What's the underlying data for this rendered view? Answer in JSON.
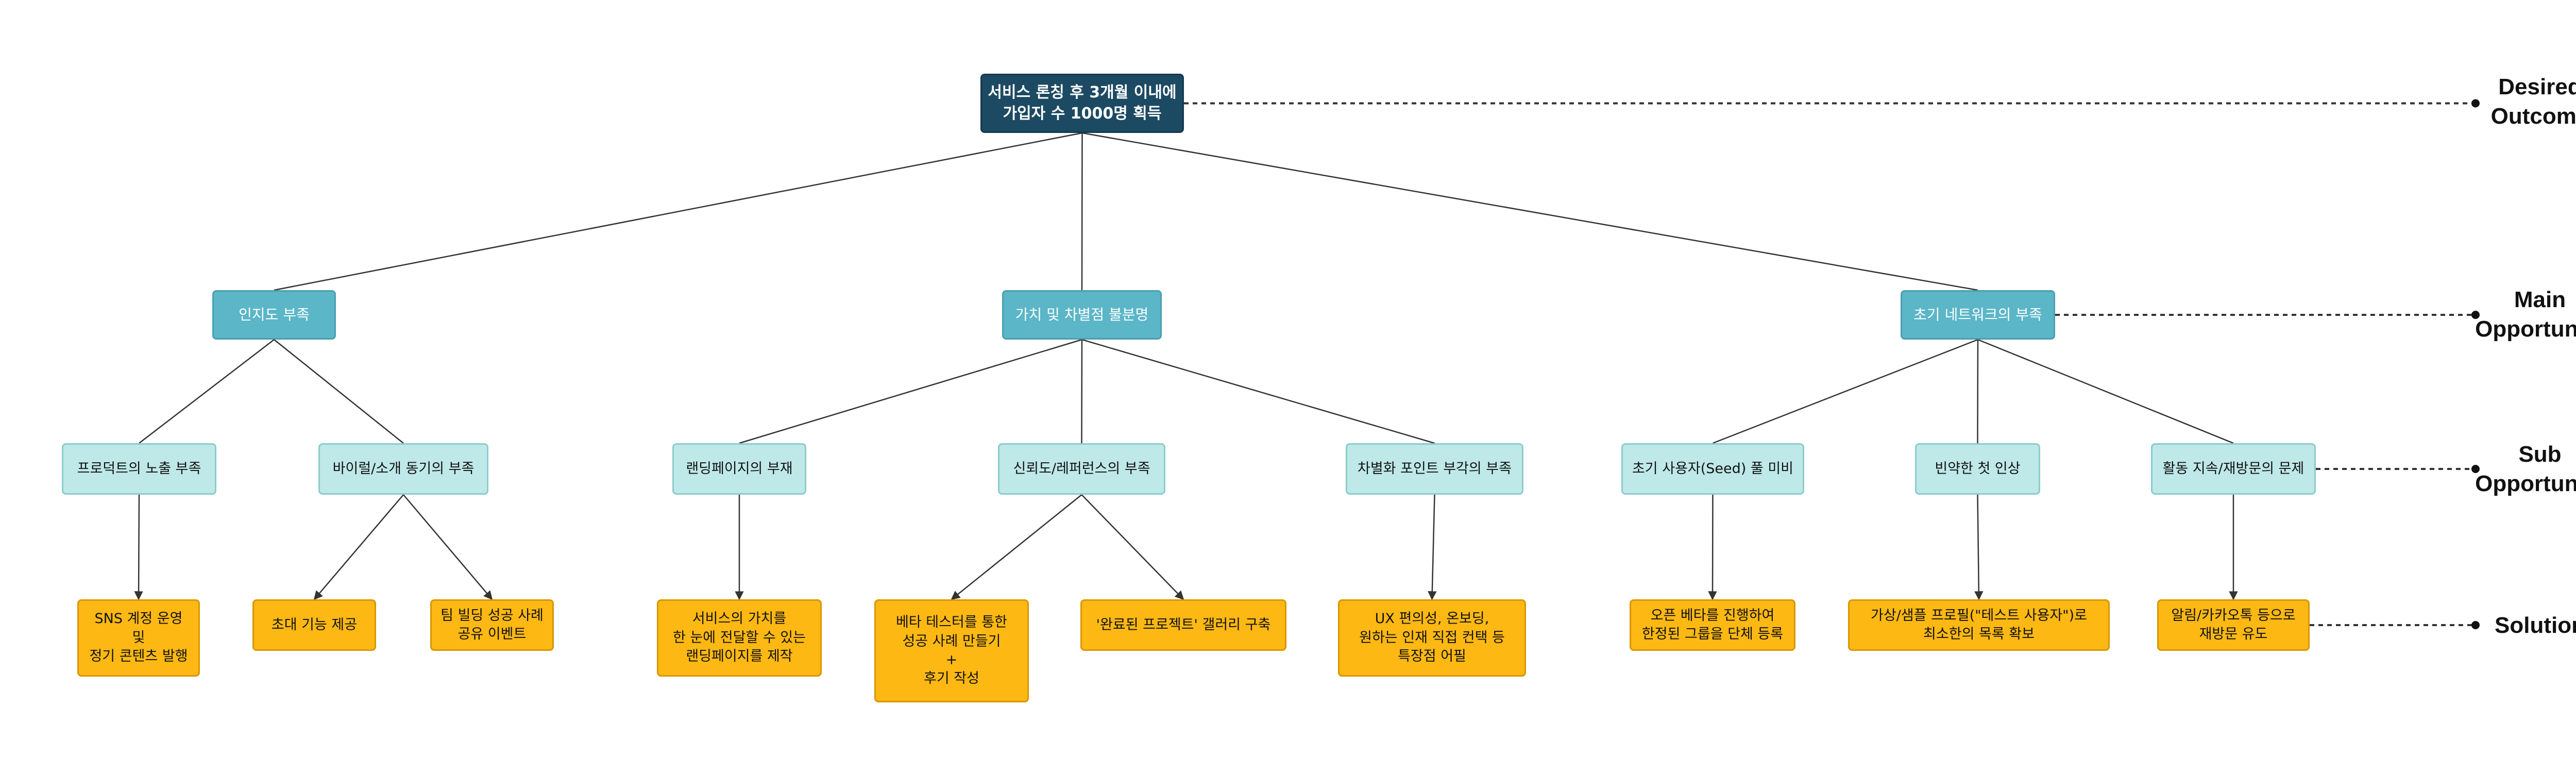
{
  "root": {
    "label": "서비스 론칭 후 3개월 이내에\n가입자 수 1000명 획득"
  },
  "main_opportunities": [
    {
      "label": "인지도 부족"
    },
    {
      "label": "가치 및 차별점 불분명"
    },
    {
      "label": "초기 네트워크의 부족"
    }
  ],
  "sub_opportunities": [
    {
      "label": "프로덕트의 노출 부족"
    },
    {
      "label": "바이럴/소개 동기의 부족"
    },
    {
      "label": "랜딩페이지의 부재"
    },
    {
      "label": "신뢰도/레퍼런스의 부족"
    },
    {
      "label": "차별화 포인트 부각의 부족"
    },
    {
      "label": "초기 사용자(Seed) 풀 미비"
    },
    {
      "label": "빈약한 첫 인상"
    },
    {
      "label": "활동 지속/재방문의 문제"
    }
  ],
  "solutions": [
    {
      "label": "SNS 계정 운영\n및\n정기 콘텐츠 발행"
    },
    {
      "label": "초대 기능 제공"
    },
    {
      "label": "팀 빌딩 성공 사례\n공유 이벤트"
    },
    {
      "label": "서비스의 가치를\n한 눈에 전달할 수 있는\n랜딩페이지를 제작"
    },
    {
      "label": "베타 테스터를 통한\n성공 사례 만들기\n+\n후기 작성"
    },
    {
      "label": "'완료된 프로젝트' 갤러리 구축"
    },
    {
      "label": "UX 편의성, 온보딩,\n원하는 인재 직접 컨택 등\n특장점 어필"
    },
    {
      "label": "오픈 베타를 진행하여\n한정된 그룹을 단체 등록"
    },
    {
      "label": "가상/샘플 프로필(\"테스트 사용자\")로\n최소한의 목록 확보"
    },
    {
      "label": "알림/카카오톡 등으로\n재방문 유도"
    }
  ],
  "levels": [
    {
      "label": "Desired\nOutcome"
    },
    {
      "label": "Main\nOpportunity"
    },
    {
      "label": "Sub\nOpportunity"
    },
    {
      "label": "Solution"
    }
  ],
  "colors": {
    "root": "#1c4a63",
    "main": "#5bb6c8",
    "sub": "#bfe8e8",
    "solution": "#fdb813",
    "line": "#333333"
  }
}
